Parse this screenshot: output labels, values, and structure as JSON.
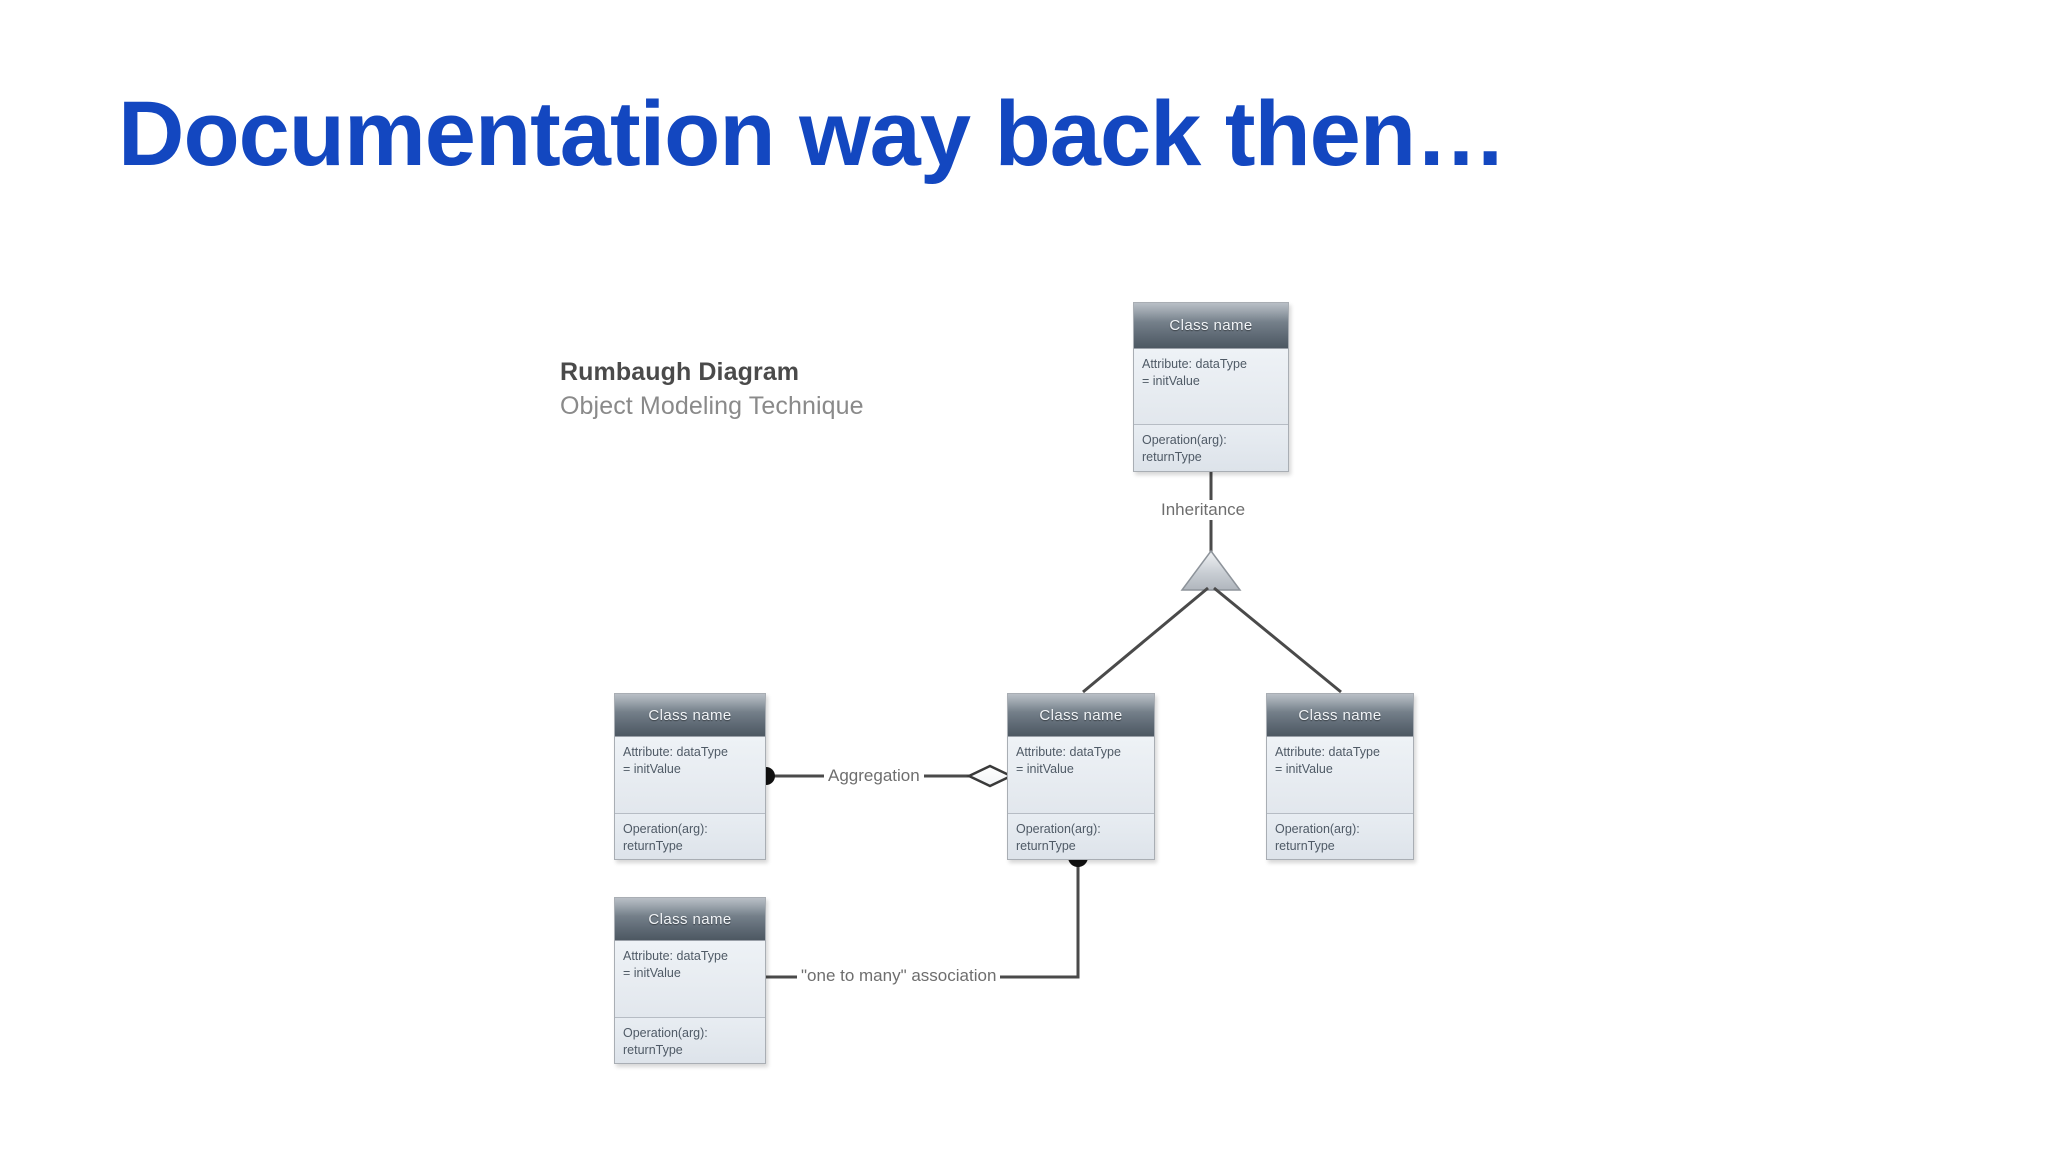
{
  "slide": {
    "title": "Documentation way back then…",
    "title_color": "#1347c0",
    "background_color": "#ffffff"
  },
  "diagram": {
    "caption": {
      "title": "Rumbaugh Diagram",
      "subtitle": "Object Modeling Technique"
    },
    "class_boxes": [
      {
        "id": "top",
        "name": "Class name",
        "attribute_line1": "Attribute: dataType",
        "attribute_line2": "= initValue",
        "operation_line1": "Operation(arg):",
        "operation_line2": "returnType"
      },
      {
        "id": "left",
        "name": "Class name",
        "attribute_line1": "Attribute: dataType",
        "attribute_line2": "= initValue",
        "operation_line1": "Operation(arg):",
        "operation_line2": "returnType"
      },
      {
        "id": "middle",
        "name": "Class name",
        "attribute_line1": "Attribute: dataType",
        "attribute_line2": "= initValue",
        "operation_line1": "Operation(arg):",
        "operation_line2": "returnType"
      },
      {
        "id": "right",
        "name": "Class name",
        "attribute_line1": "Attribute: dataType",
        "attribute_line2": "= initValue",
        "operation_line1": "Operation(arg):",
        "operation_line2": "returnType"
      },
      {
        "id": "bottom",
        "name": "Class name",
        "attribute_line1": "Attribute: dataType",
        "attribute_line2": "= initValue",
        "operation_line1": "Operation(arg):",
        "operation_line2": "returnType"
      }
    ],
    "relationships": [
      {
        "id": "inheritance",
        "label": "Inheritance",
        "notation": "hollow-triangle"
      },
      {
        "id": "aggregation",
        "label": "Aggregation",
        "notation": "hollow-diamond-with-filled-dot"
      },
      {
        "id": "association",
        "label": "\"one to many\" association",
        "notation": "filled-dot"
      }
    ],
    "colors": {
      "box_header_dark": "#4d5862",
      "box_header_light": "#9aa3ad",
      "box_body": "#e3e8ee",
      "box_border": "#a9aeb4",
      "line": "#4a4a4a",
      "caption_title": "#3b3b3b",
      "caption_subtitle": "#8a8a8a",
      "edge_label": "#6e6e6e"
    }
  }
}
